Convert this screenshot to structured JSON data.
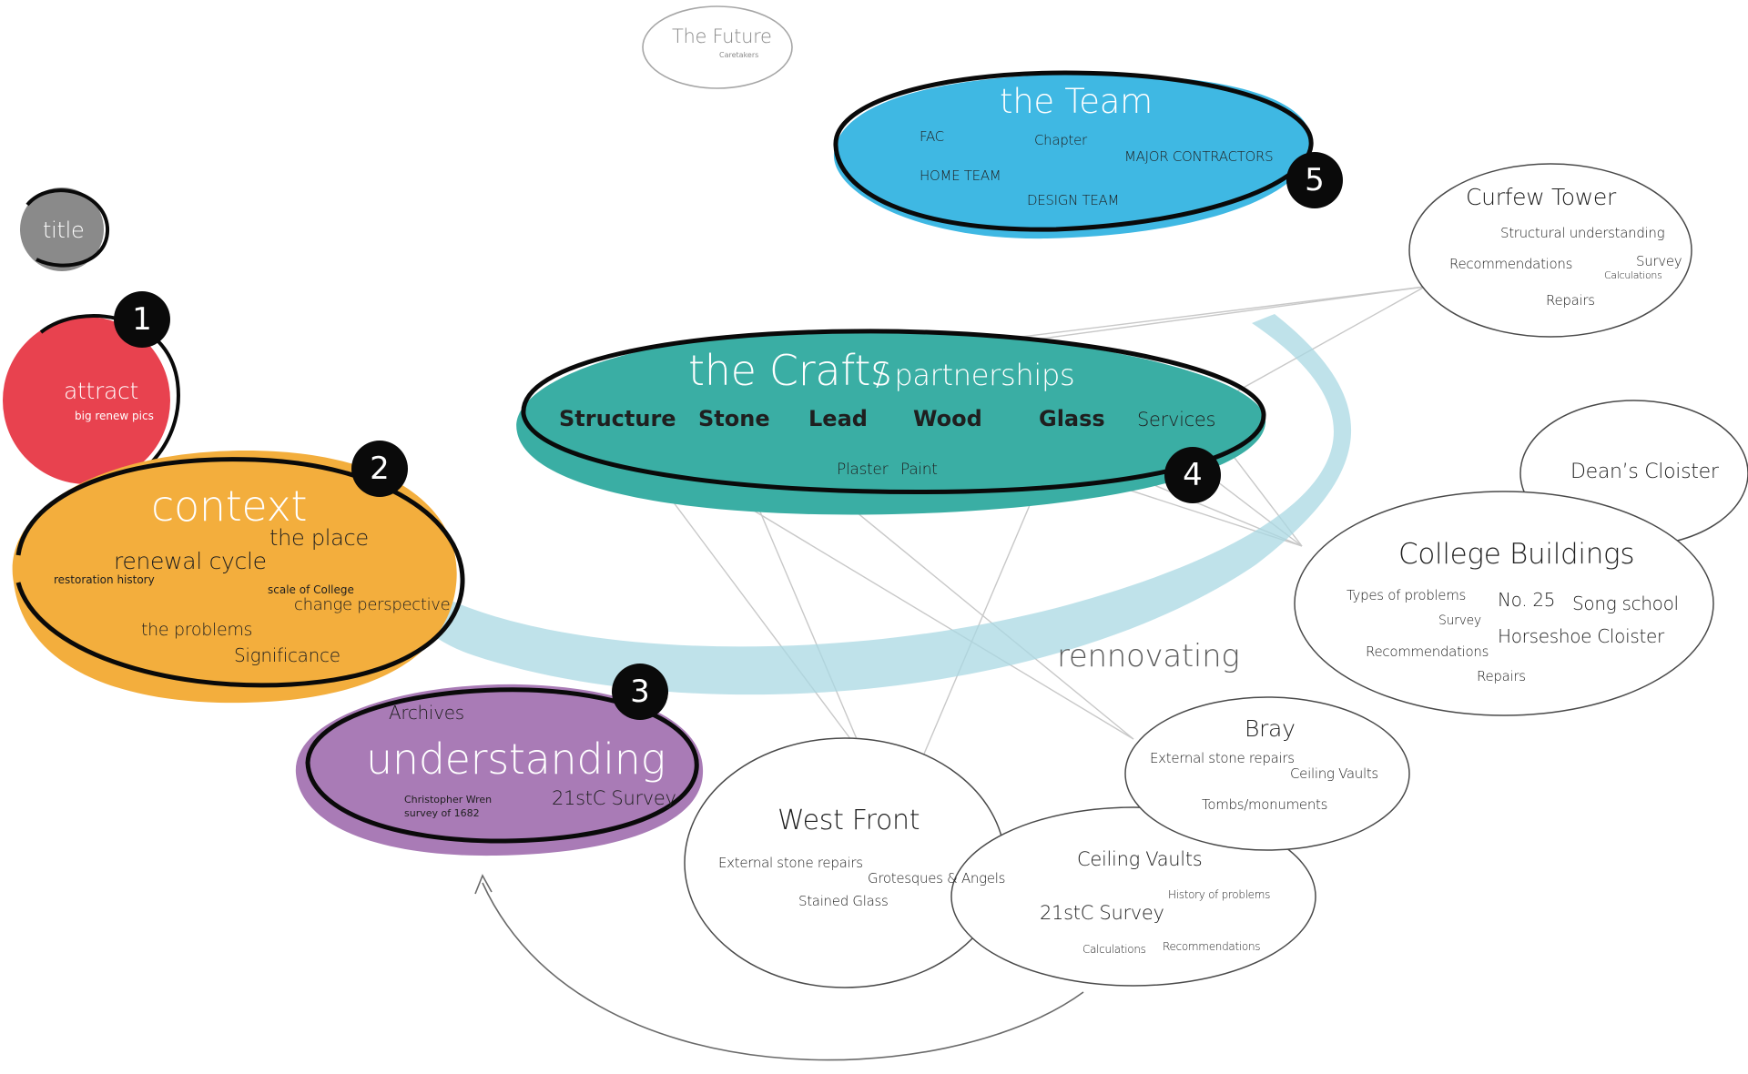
{
  "nodes": {
    "future": {
      "title": "The Future",
      "sub": "Caretakers"
    },
    "title_node": {
      "label": "title"
    },
    "attract": {
      "badge": "1",
      "title": "attract",
      "sub": "big renew pics"
    },
    "context": {
      "badge": "2",
      "title": "context",
      "items": [
        "the place",
        "renewal cycle",
        "restoration history",
        "scale of College",
        "change perspective",
        "the problems",
        "Significance"
      ]
    },
    "understanding": {
      "badge": "3",
      "title": "understanding",
      "items": [
        "Archives",
        "Christopher Wren",
        "survey of 1682",
        "21stC Survey"
      ]
    },
    "crafts": {
      "badge": "4",
      "title": "the Crafts",
      "subtitle": "/ partnerships",
      "items": [
        "Structure",
        "Stone",
        "Lead",
        "Wood",
        "Glass",
        "Services",
        "Plaster",
        "Paint"
      ]
    },
    "team": {
      "badge": "5",
      "title": "the Team",
      "items": [
        "FAC",
        "Chapter",
        "MAJOR CONTRACTORS",
        "HOME TEAM",
        "DESIGN TEAM"
      ]
    },
    "curfew": {
      "title": "Curfew Tower",
      "items": [
        "Structural understanding",
        "Recommendations",
        "Survey",
        "Calculations",
        "Repairs"
      ]
    },
    "deans": {
      "title": "Dean’s Cloister"
    },
    "college": {
      "title": "College Buildings",
      "items": [
        "Types of problems",
        "No. 25",
        "Song school",
        "Survey",
        "Horseshoe Cloister",
        "Recommendations",
        "Repairs"
      ]
    },
    "bray": {
      "title": "Bray",
      "items": [
        "External stone repairs",
        "Ceiling Vaults",
        "Tombs/monuments"
      ]
    },
    "west": {
      "title": "West Front",
      "items": [
        "External stone repairs",
        "Grotesques & Angels",
        "Stained Glass"
      ]
    },
    "vaults": {
      "title": "Ceiling Vaults",
      "items": [
        "History of problems",
        "21stC Survey",
        "Calculations",
        "Recommendations"
      ]
    }
  },
  "flow_label": "rennovating",
  "colors": {
    "attract": "#e8424f",
    "context": "#f3ae3d",
    "understanding": "#a97bb6",
    "crafts": "#3aaea4",
    "team": "#3fb8e3",
    "title_node": "#8a8a8a",
    "flow_band": "#a9d8e3",
    "outline": "#0a0a0a"
  }
}
